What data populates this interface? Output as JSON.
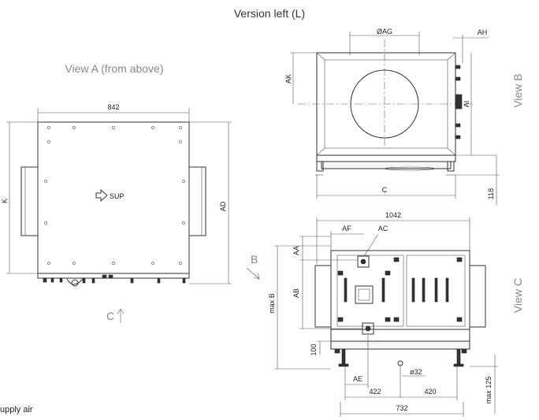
{
  "header": {
    "version": "Version left (L)"
  },
  "view_a": {
    "title": "View A (from above)",
    "dim_width": "842",
    "dim_k": "K",
    "dim_ad": "AD",
    "sup": "SUP",
    "c_label": "C"
  },
  "view_b": {
    "label": "View B",
    "dim_ag": "ØAG",
    "dim_ah": "AH",
    "dim_ak": "AK",
    "dim_ai": "AI",
    "dim_c": "C",
    "dim_118": "118"
  },
  "view_c": {
    "label": "View C",
    "b_label": "B",
    "dim_1042": "1042",
    "dim_af": "AF",
    "dim_ac": "AC",
    "dim_aa": "AA",
    "dim_ab": "AB",
    "dim_maxb": "max B",
    "dim_100": "100",
    "dim_ae": "AE",
    "dim_phi32": "ø32",
    "dim_422": "422",
    "dim_420": "420",
    "dim_max125": "max 125",
    "dim_732": "732"
  },
  "footer": {
    "legend_text": "upply air"
  }
}
